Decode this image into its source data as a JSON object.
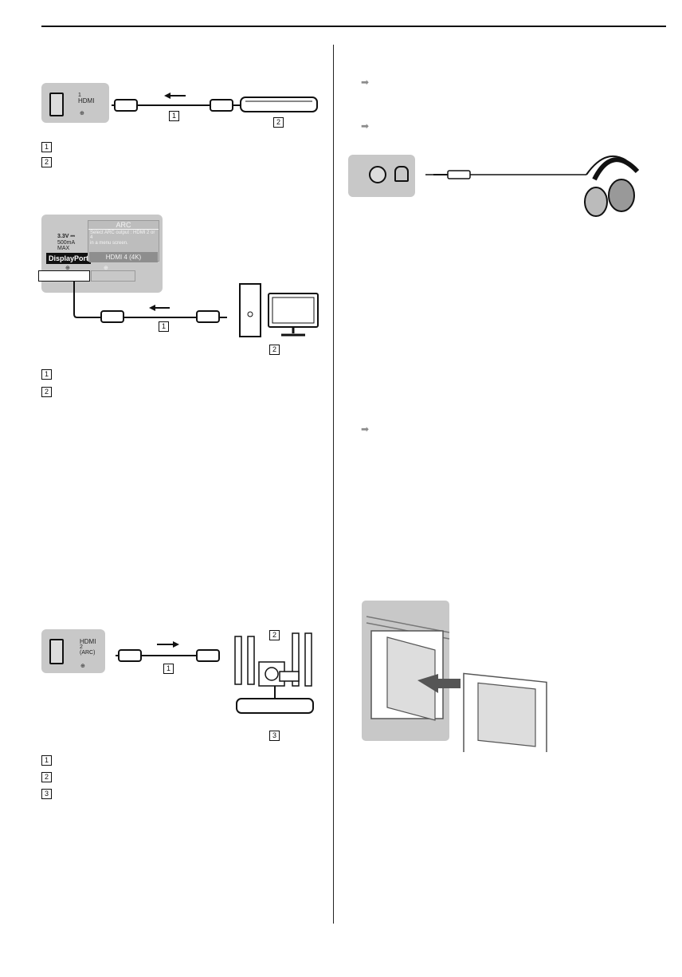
{
  "sections": {
    "hdmi_player": {
      "callouts": [
        "1",
        "2"
      ],
      "port_label": "HDMI",
      "port_number": "1"
    },
    "displayport": {
      "callouts": [
        "1",
        "2"
      ],
      "voltage": "3.3V ⎓",
      "current": "500mA",
      "max": "MAX",
      "port_label": "DisplayPort",
      "arc_title": "ARC",
      "arc_desc_1": "Select ARC output : HDMI 2 or 4",
      "arc_desc_2": "in a menu screen.",
      "hdmi4_label": "HDMI 4 (4K)"
    },
    "hdmi_arc": {
      "callouts": [
        "1",
        "2",
        "3"
      ],
      "port_label": "HDMI",
      "port_number": "2",
      "arc_tag": "(ARC)"
    }
  },
  "colors": {
    "panel": "#c8c8c8",
    "ink": "#111111",
    "arrow_bullet": "#8c8c8c"
  },
  "icons": [
    "arrow-bullet-icon",
    "input-icon",
    "headphone-icon",
    "tv-icon"
  ]
}
